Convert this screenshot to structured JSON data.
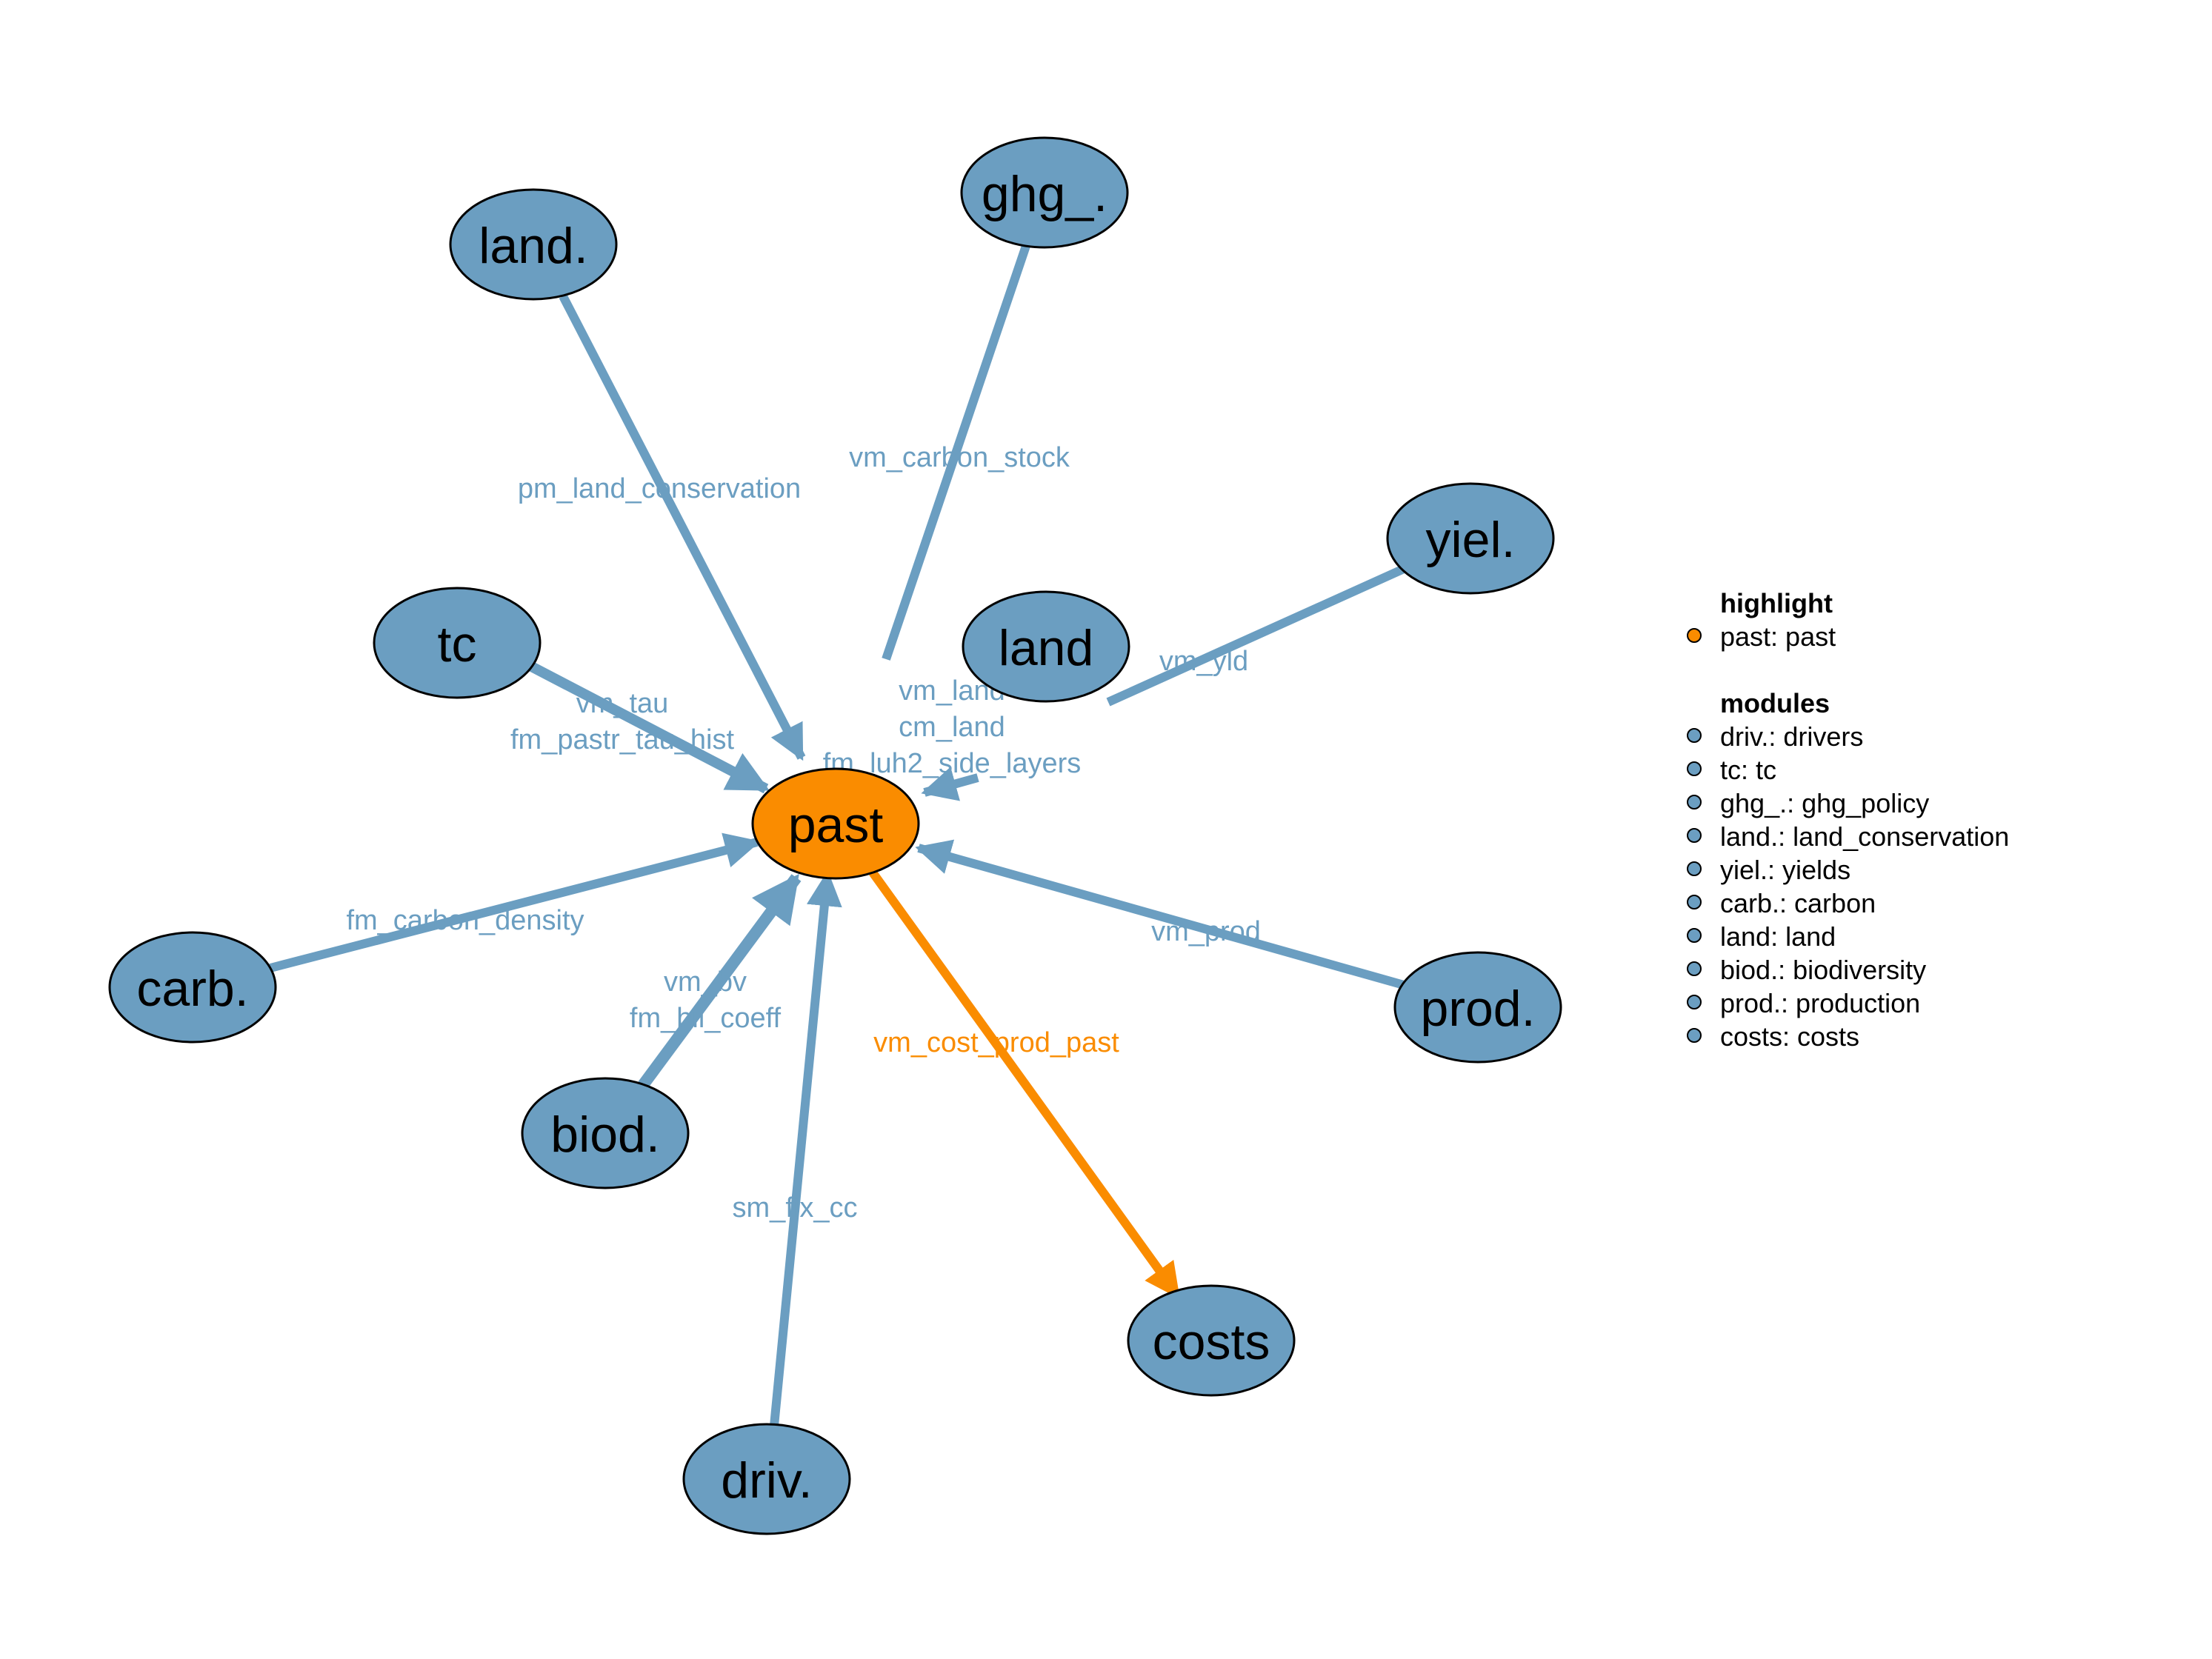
{
  "colors": {
    "module": "#6b9ec1",
    "highlight": "#fa8c00",
    "node_stroke": "#000000",
    "edge_label_module": "#6b9ec1",
    "edge_label_highlight": "#fa8c00"
  },
  "nodes": {
    "past": {
      "label": "past",
      "highlight": true
    },
    "land_cons": {
      "label": "land.",
      "highlight": false
    },
    "ghg": {
      "label": "ghg_.",
      "highlight": false
    },
    "yiel": {
      "label": "yiel.",
      "highlight": false
    },
    "tc": {
      "label": "tc",
      "highlight": false
    },
    "land": {
      "label": "land",
      "highlight": false
    },
    "carb": {
      "label": "carb.",
      "highlight": false
    },
    "biod": {
      "label": "biod.",
      "highlight": false
    },
    "prod": {
      "label": "prod.",
      "highlight": false
    },
    "costs": {
      "label": "costs",
      "highlight": false
    },
    "driv": {
      "label": "driv.",
      "highlight": false
    }
  },
  "edges": [
    {
      "from": "land_cons",
      "to": "past",
      "labels": [
        "pm_land_conservation"
      ],
      "highlight": false
    },
    {
      "from": "ghg",
      "to": "past",
      "labels": [
        "vm_carbon_stock"
      ],
      "highlight": false
    },
    {
      "from": "yiel",
      "to": "past",
      "labels": [
        "vm_yld"
      ],
      "highlight": false
    },
    {
      "from": "tc",
      "to": "past",
      "labels": [
        "vm_tau",
        "fm_pastr_tau_hist"
      ],
      "highlight": false
    },
    {
      "from": "land",
      "to": "past",
      "labels": [
        "vm_land",
        "cm_land",
        "fm_luh2_side_layers"
      ],
      "highlight": false
    },
    {
      "from": "carb",
      "to": "past",
      "labels": [
        "fm_carbon_density"
      ],
      "highlight": false
    },
    {
      "from": "biod",
      "to": "past",
      "labels": [
        "vm_bv",
        "fm_bii_coeff"
      ],
      "highlight": false
    },
    {
      "from": "prod",
      "to": "past",
      "labels": [
        "vm_prod"
      ],
      "highlight": false
    },
    {
      "from": "driv",
      "to": "past",
      "labels": [
        "sm_fix_cc"
      ],
      "highlight": false
    },
    {
      "from": "past",
      "to": "costs",
      "labels": [
        "vm_cost_prod_past"
      ],
      "highlight": true
    }
  ],
  "legend": {
    "highlight_title": "highlight",
    "highlight_items": [
      "past: past"
    ],
    "modules_title": "modules",
    "module_items": [
      "driv.: drivers",
      "tc: tc",
      "ghg_.: ghg_policy",
      "land.: land_conservation",
      "yiel.: yields",
      "carb.: carbon",
      "land: land",
      "biod.: biodiversity",
      "prod.: production",
      "costs: costs"
    ]
  }
}
